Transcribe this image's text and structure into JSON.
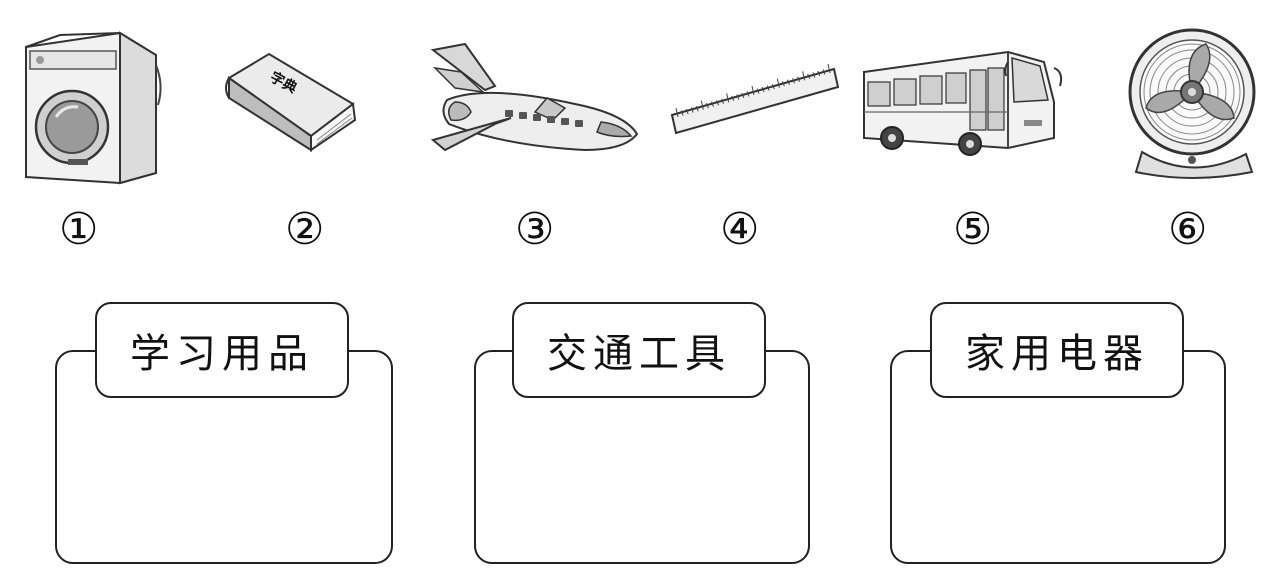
{
  "items": [
    {
      "id": 1,
      "number": "①",
      "icon": "washing-machine-icon"
    },
    {
      "id": 2,
      "number": "②",
      "icon": "dictionary-icon",
      "book_label": "字典"
    },
    {
      "id": 3,
      "number": "③",
      "icon": "airplane-icon"
    },
    {
      "id": 4,
      "number": "④",
      "icon": "ruler-icon"
    },
    {
      "id": 5,
      "number": "⑤",
      "icon": "bus-icon"
    },
    {
      "id": 6,
      "number": "⑥",
      "icon": "electric-fan-icon"
    }
  ],
  "categories": [
    {
      "label": "学习用品"
    },
    {
      "label": "交通工具"
    },
    {
      "label": "家用电器"
    }
  ]
}
